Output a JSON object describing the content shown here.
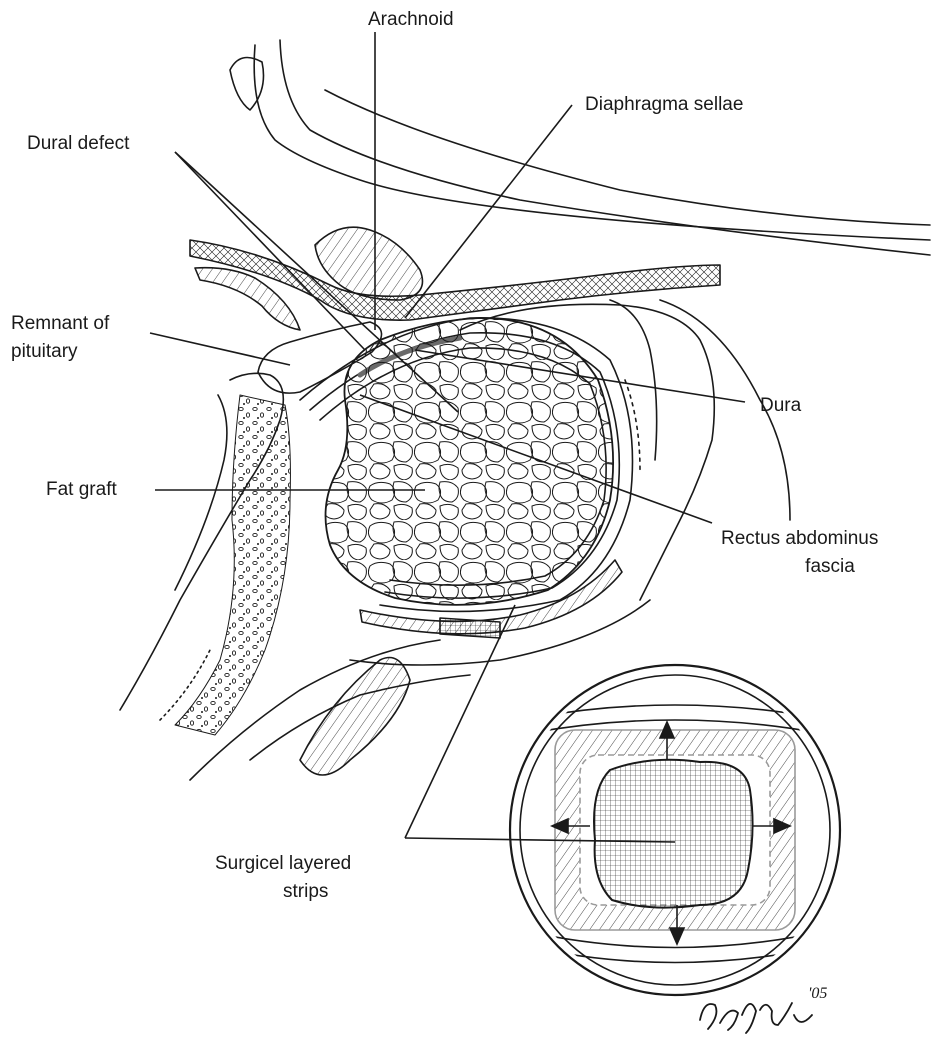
{
  "labels": {
    "arachnoid": "Arachnoid",
    "diaphragma_sellae": "Diaphragma sellae",
    "dural_defect": "Dural defect",
    "remnant_of_pituitary_line1": "Remnant of",
    "remnant_of_pituitary_line2": "pituitary",
    "dura": "Dura",
    "fat_graft": "Fat graft",
    "rectus_abdominus_fascia_line1": "Rectus abdominus",
    "rectus_abdominus_fascia_line2": "fascia",
    "surgicel_layered_strips_line1": "Surgicel layered",
    "surgicel_layered_strips_line2": "strips"
  },
  "signature": {
    "text": "D.Hoff",
    "year": "'05"
  },
  "colors": {
    "ink": "#1a1a1a",
    "background": "#ffffff"
  }
}
